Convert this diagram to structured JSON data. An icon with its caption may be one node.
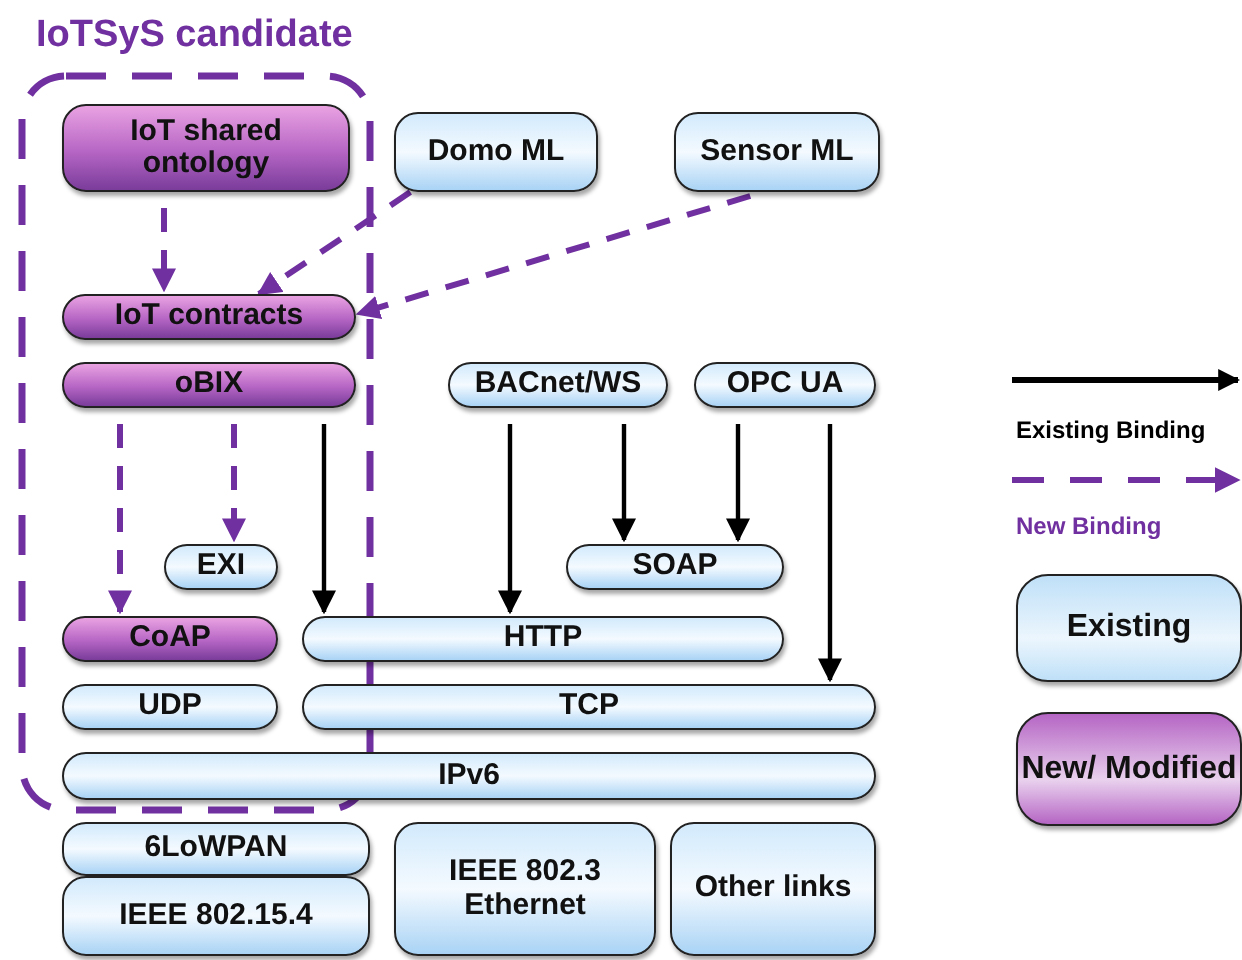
{
  "diagram": {
    "nodes": [
      {
        "text": [
          "IoTSyS candidate"
        ]
      },
      {
        "text": [
          "IoT shared ontology"
        ],
        "in": 0
      },
      {
        "text": [
          "Domo ML"
        ]
      },
      {
        "text": [
          "Sensor ML"
        ]
      },
      {
        "text": [
          "IoT contracts"
        ],
        "in": 0
      },
      {
        "text": [
          "oBIX"
        ],
        "in": 0
      },
      {
        "text": [
          "BACnet/WS"
        ]
      },
      {
        "text": [
          "OPC UA"
        ]
      },
      {
        "text": [
          "EXI"
        ],
        "in": 0
      },
      {
        "text": [
          "SOAP"
        ]
      },
      {
        "text": [
          "CoAP"
        ],
        "in": 0
      },
      {
        "text": [
          "HTTP"
        ]
      },
      {
        "text": [
          "UDP"
        ],
        "in": 0
      },
      {
        "text": [
          "TCP"
        ]
      },
      {
        "text": [
          "IPv6"
        ]
      },
      {
        "text": [
          "6LoWPAN"
        ]
      },
      {
        "text": [
          "IEEE 802.15.4"
        ]
      },
      {
        "text": [
          "IEEE 802.3 Ethernet"
        ]
      },
      {
        "text": [
          "Other links"
        ]
      }
    ],
    "edges": [
      {
        "from": 1,
        "to": 4,
        "arrow": "to",
        "style": "dashed",
        "color": "#7030a0"
      },
      {
        "from": 2,
        "to": 4,
        "arrow": "to",
        "style": "dashed",
        "color": "#7030a0"
      },
      {
        "from": 3,
        "to": 4,
        "arrow": "to",
        "style": "dashed",
        "color": "#7030a0"
      },
      {
        "from": 5,
        "to": 10,
        "arrow": "to",
        "style": "dashed",
        "color": "#7030a0"
      },
      {
        "from": 5,
        "to": 8,
        "arrow": "to",
        "style": "dashed",
        "color": "#7030a0"
      },
      {
        "from": 5,
        "to": 11,
        "arrow": "to",
        "color": "#000000"
      },
      {
        "from": 6,
        "to": 11,
        "arrow": "to",
        "color": "#000000"
      },
      {
        "from": 6,
        "to": 9,
        "arrow": "to",
        "color": "#000000"
      },
      {
        "from": 7,
        "to": 9,
        "arrow": "to",
        "color": "#000000"
      },
      {
        "from": 7,
        "to": 13,
        "arrow": "to",
        "color": "#000000"
      }
    ],
    "legend": [
      {
        "text": "Existing Binding"
      },
      {
        "text": "New Binding"
      },
      {
        "text": "Existing",
        "color": "#bfe0f8"
      },
      {
        "text": "New/ Modified",
        "color": "#b565c4"
      }
    ]
  }
}
